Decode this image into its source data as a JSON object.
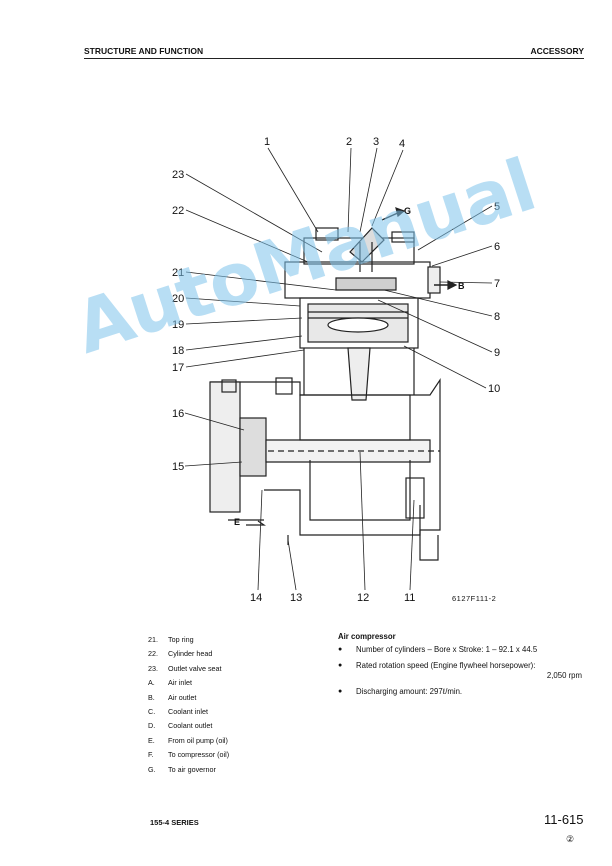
{
  "header": {
    "left": "STRUCTURE AND FUNCTION",
    "right": "ACCESSORY"
  },
  "diagram": {
    "callouts": [
      "1",
      "2",
      "3",
      "4",
      "5",
      "6",
      "7",
      "8",
      "9",
      "10",
      "11",
      "12",
      "13",
      "14",
      "15",
      "16",
      "17",
      "18",
      "19",
      "20",
      "21",
      "22",
      "23"
    ],
    "port_labels": {
      "G": "G",
      "B": "B",
      "E": "E"
    },
    "figure_code": "6127F111-2"
  },
  "legend": [
    {
      "key": "21.",
      "text": "Top ring"
    },
    {
      "key": "22.",
      "text": "Cylinder head"
    },
    {
      "key": "23.",
      "text": "Outlet valve seat"
    },
    {
      "key": "A.",
      "text": "Air inlet"
    },
    {
      "key": "B.",
      "text": "Air outlet"
    },
    {
      "key": "C.",
      "text": "Coolant inlet"
    },
    {
      "key": "D.",
      "text": "Coolant outlet"
    },
    {
      "key": "E.",
      "text": "From oil pump (oil)"
    },
    {
      "key": "F.",
      "text": "To compressor (oil)"
    },
    {
      "key": "G.",
      "text": "To air governor"
    }
  ],
  "spec": {
    "title": "Air compressor",
    "items": [
      {
        "text": "Number of cylinders – Bore x Stroke:  1 – 92.1 x 44.5",
        "value": ""
      },
      {
        "text": "Rated rotation speed (Engine flywheel horsepower):",
        "value": "2,050 rpm"
      },
      {
        "text": "Discharging amount:  297ℓ/min.",
        "value": ""
      }
    ]
  },
  "footer": {
    "series": "155-4 SERIES",
    "page": "11-615",
    "revision": "②"
  },
  "watermark": "AutoManual"
}
